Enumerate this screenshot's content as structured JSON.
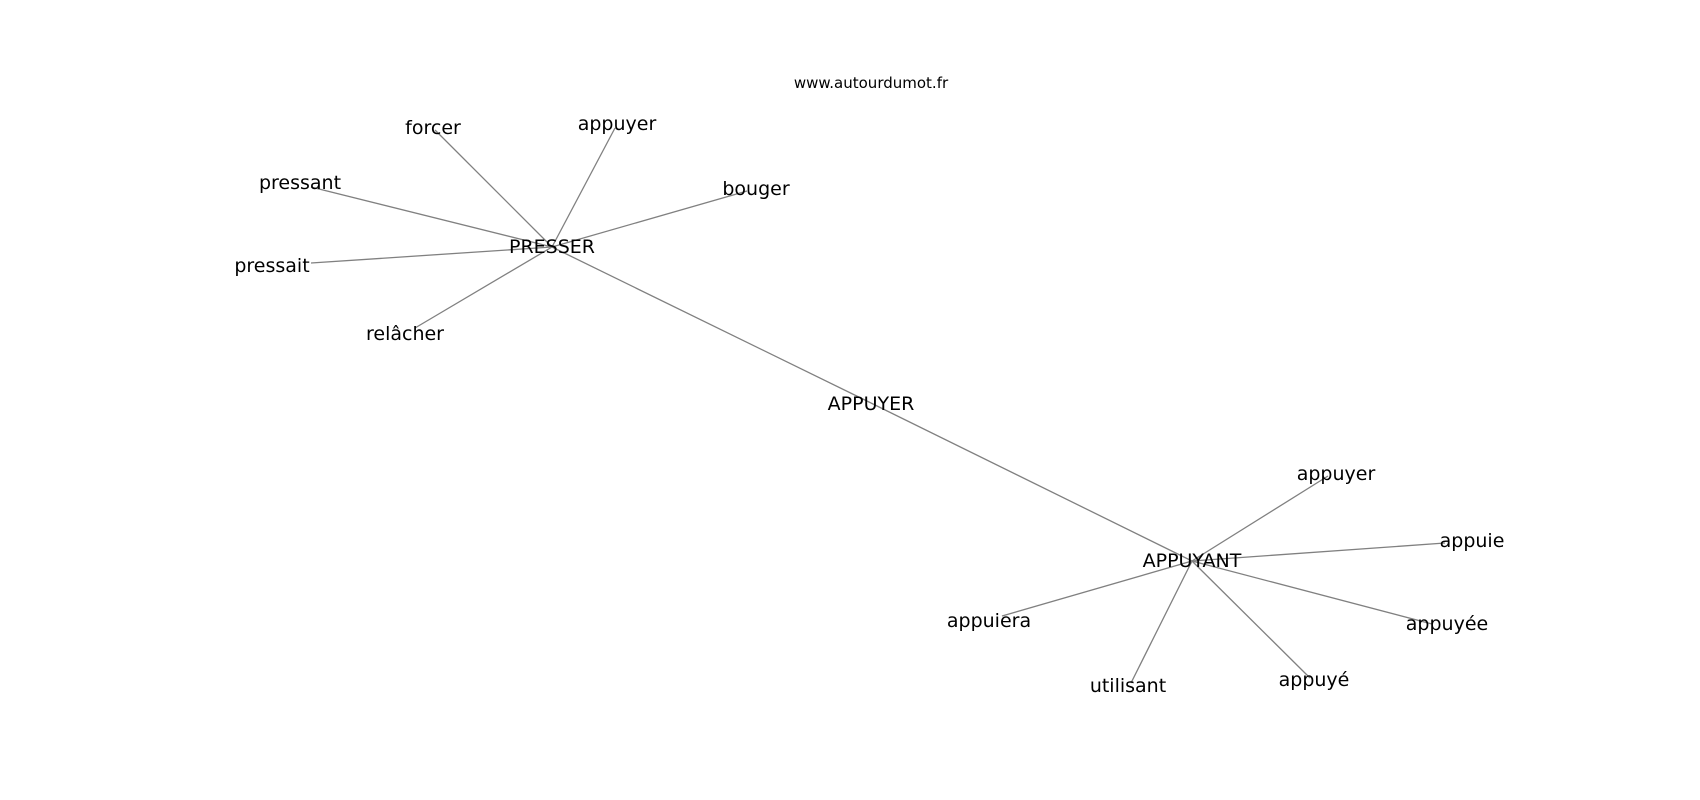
{
  "watermark": "www.autourdumot.fr",
  "graph": {
    "center": "APPUYER",
    "hubs": [
      {
        "label": "PRESSER",
        "neighbors": [
          "forcer",
          "appuyer",
          "pressant",
          "bouger",
          "pressait",
          "relâcher"
        ]
      },
      {
        "label": "APPUYANT",
        "neighbors": [
          "appuyer",
          "appuie",
          "appuiera",
          "appuyée",
          "utilisant",
          "appuyé"
        ]
      }
    ]
  },
  "colors": {
    "edge": "#808080",
    "text": "#000000",
    "background": "#ffffff"
  }
}
